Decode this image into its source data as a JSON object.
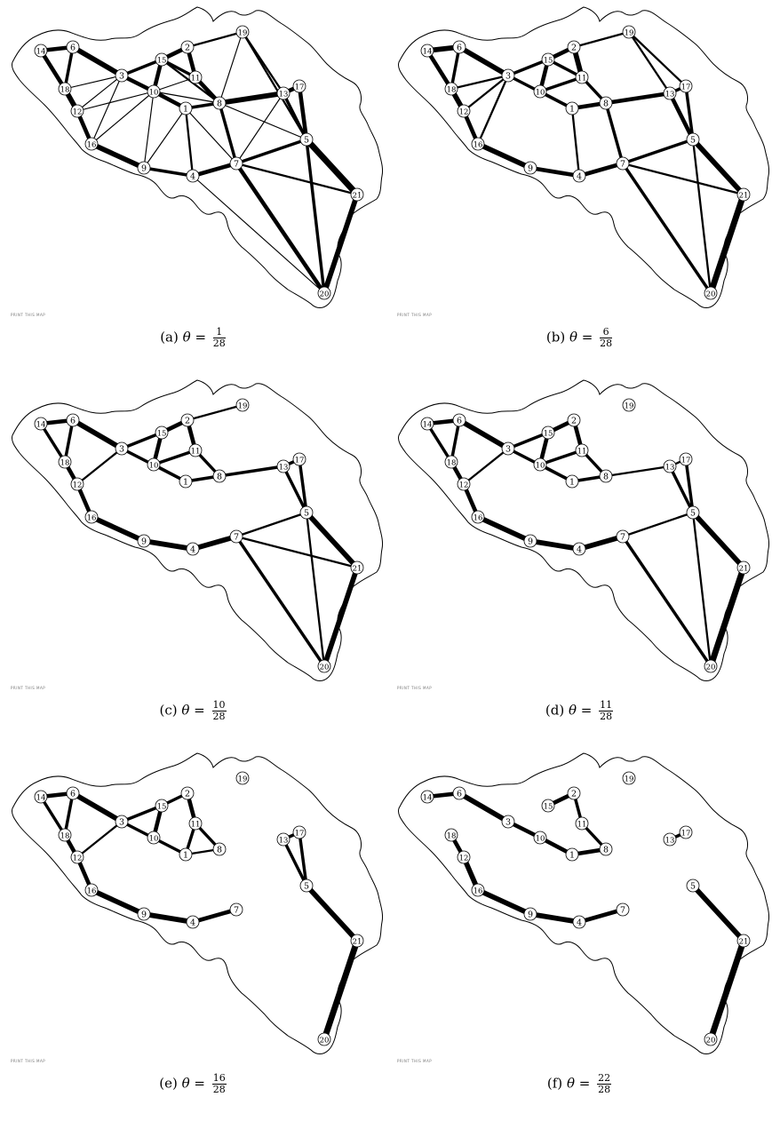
{
  "figure": {
    "nodes": [
      "1",
      "2",
      "3",
      "4",
      "5",
      "6",
      "7",
      "8",
      "9",
      "10",
      "11",
      "12",
      "13",
      "14",
      "15",
      "16",
      "17",
      "18",
      "19",
      "20",
      "21"
    ],
    "map_footer": "PRINT THIS MAP",
    "panels": [
      {
        "label": "(a)",
        "symbol": "θ =",
        "numerator": "1",
        "denominator": "28",
        "edges": [
          [
            "14",
            "6",
            4
          ],
          [
            "14",
            "18",
            4
          ],
          [
            "6",
            "18",
            3
          ],
          [
            "6",
            "3",
            5
          ],
          [
            "18",
            "12",
            5
          ],
          [
            "3",
            "15",
            3
          ],
          [
            "15",
            "2",
            4
          ],
          [
            "2",
            "19",
            2
          ],
          [
            "2",
            "11",
            4
          ],
          [
            "15",
            "11",
            3
          ],
          [
            "15",
            "10",
            4
          ],
          [
            "3",
            "10",
            4
          ],
          [
            "10",
            "1",
            4
          ],
          [
            "11",
            "8",
            4
          ],
          [
            "1",
            "8",
            3
          ],
          [
            "8",
            "13",
            5
          ],
          [
            "13",
            "17",
            4
          ],
          [
            "17",
            "5",
            4
          ],
          [
            "13",
            "5",
            3
          ],
          [
            "19",
            "13",
            2
          ],
          [
            "19",
            "5",
            2
          ],
          [
            "12",
            "16",
            4
          ],
          [
            "16",
            "9",
            5
          ],
          [
            "9",
            "4",
            3
          ],
          [
            "4",
            "7",
            4
          ],
          [
            "7",
            "5",
            3
          ],
          [
            "5",
            "21",
            6
          ],
          [
            "21",
            "20",
            5
          ],
          [
            "7",
            "20",
            4
          ],
          [
            "5",
            "20",
            3
          ],
          [
            "7",
            "21",
            2
          ],
          [
            "3",
            "18",
            1
          ],
          [
            "3",
            "12",
            1
          ],
          [
            "3",
            "16",
            1
          ],
          [
            "10",
            "12",
            1
          ],
          [
            "10",
            "16",
            1
          ],
          [
            "10",
            "9",
            1
          ],
          [
            "10",
            "8",
            1
          ],
          [
            "1",
            "9",
            1
          ],
          [
            "1",
            "4",
            2
          ],
          [
            "1",
            "7",
            1
          ],
          [
            "8",
            "7",
            3
          ],
          [
            "8",
            "5",
            1
          ],
          [
            "13",
            "7",
            1
          ],
          [
            "19",
            "8",
            1
          ],
          [
            "4",
            "20",
            1
          ],
          [
            "15",
            "8",
            2
          ],
          [
            "11",
            "10",
            1
          ]
        ]
      },
      {
        "label": "(b)",
        "symbol": "θ =",
        "numerator": "6",
        "denominator": "28",
        "edges": [
          [
            "14",
            "6",
            5
          ],
          [
            "14",
            "18",
            4
          ],
          [
            "6",
            "18",
            3
          ],
          [
            "6",
            "3",
            5
          ],
          [
            "18",
            "12",
            5
          ],
          [
            "3",
            "18",
            2
          ],
          [
            "3",
            "12",
            2
          ],
          [
            "3",
            "16",
            2
          ],
          [
            "3",
            "15",
            3
          ],
          [
            "3",
            "1",
            3
          ],
          [
            "15",
            "2",
            4
          ],
          [
            "2",
            "11",
            5
          ],
          [
            "15",
            "10",
            4
          ],
          [
            "15",
            "11",
            3
          ],
          [
            "10",
            "11",
            3
          ],
          [
            "10",
            "1",
            3
          ],
          [
            "11",
            "8",
            3
          ],
          [
            "1",
            "8",
            4
          ],
          [
            "1",
            "4",
            2
          ],
          [
            "8",
            "7",
            3
          ],
          [
            "8",
            "13",
            4
          ],
          [
            "2",
            "19",
            2
          ],
          [
            "19",
            "17",
            2
          ],
          [
            "19",
            "13",
            2
          ],
          [
            "13",
            "17",
            3
          ],
          [
            "13",
            "5",
            4
          ],
          [
            "17",
            "5",
            3
          ],
          [
            "12",
            "16",
            4
          ],
          [
            "16",
            "9",
            5
          ],
          [
            "9",
            "4",
            4
          ],
          [
            "4",
            "7",
            4
          ],
          [
            "7",
            "5",
            3
          ],
          [
            "7",
            "21",
            2
          ],
          [
            "7",
            "20",
            3
          ],
          [
            "5",
            "21",
            5
          ],
          [
            "5",
            "20",
            2
          ],
          [
            "21",
            "20",
            6
          ]
        ]
      },
      {
        "label": "(c)",
        "symbol": "θ =",
        "numerator": "10",
        "denominator": "28",
        "edges": [
          [
            "14",
            "6",
            4
          ],
          [
            "14",
            "18",
            3
          ],
          [
            "6",
            "18",
            3
          ],
          [
            "6",
            "3",
            5
          ],
          [
            "18",
            "12",
            4
          ],
          [
            "3",
            "12",
            2
          ],
          [
            "3",
            "15",
            3
          ],
          [
            "3",
            "1",
            3
          ],
          [
            "15",
            "2",
            4
          ],
          [
            "2",
            "11",
            4
          ],
          [
            "15",
            "10",
            4
          ],
          [
            "10",
            "11",
            3
          ],
          [
            "10",
            "1",
            3
          ],
          [
            "11",
            "8",
            3
          ],
          [
            "1",
            "8",
            3
          ],
          [
            "2",
            "19",
            2
          ],
          [
            "8",
            "13",
            3
          ],
          [
            "13",
            "17",
            3
          ],
          [
            "13",
            "5",
            3
          ],
          [
            "17",
            "5",
            3
          ],
          [
            "12",
            "16",
            4
          ],
          [
            "16",
            "9",
            5
          ],
          [
            "9",
            "4",
            5
          ],
          [
            "4",
            "7",
            5
          ],
          [
            "7",
            "5",
            2
          ],
          [
            "7",
            "21",
            2
          ],
          [
            "7",
            "20",
            3
          ],
          [
            "5",
            "21",
            5
          ],
          [
            "5",
            "20",
            2
          ],
          [
            "21",
            "20",
            5
          ]
        ]
      },
      {
        "label": "(d)",
        "symbol": "θ =",
        "numerator": "11",
        "denominator": "28",
        "edges": [
          [
            "14",
            "6",
            4
          ],
          [
            "14",
            "18",
            3
          ],
          [
            "6",
            "18",
            3
          ],
          [
            "6",
            "3",
            5
          ],
          [
            "18",
            "12",
            4
          ],
          [
            "3",
            "12",
            2
          ],
          [
            "3",
            "15",
            3
          ],
          [
            "3",
            "1",
            3
          ],
          [
            "15",
            "2",
            4
          ],
          [
            "2",
            "11",
            4
          ],
          [
            "15",
            "10",
            4
          ],
          [
            "10",
            "11",
            3
          ],
          [
            "10",
            "1",
            3
          ],
          [
            "11",
            "8",
            3
          ],
          [
            "1",
            "8",
            3
          ],
          [
            "8",
            "13",
            2
          ],
          [
            "13",
            "17",
            2
          ],
          [
            "13",
            "5",
            3
          ],
          [
            "17",
            "5",
            3
          ],
          [
            "12",
            "16",
            4
          ],
          [
            "16",
            "9",
            5
          ],
          [
            "9",
            "4",
            5
          ],
          [
            "4",
            "7",
            5
          ],
          [
            "7",
            "5",
            2
          ],
          [
            "7",
            "20",
            3
          ],
          [
            "5",
            "21",
            5
          ],
          [
            "5",
            "20",
            2
          ],
          [
            "21",
            "20",
            6
          ]
        ]
      },
      {
        "label": "(e)",
        "symbol": "θ =",
        "numerator": "16",
        "denominator": "28",
        "edges": [
          [
            "14",
            "6",
            4
          ],
          [
            "14",
            "18",
            3
          ],
          [
            "6",
            "18",
            3
          ],
          [
            "6",
            "3",
            5
          ],
          [
            "18",
            "12",
            4
          ],
          [
            "3",
            "12",
            2
          ],
          [
            "3",
            "15",
            3
          ],
          [
            "3",
            "1",
            3
          ],
          [
            "15",
            "2",
            3
          ],
          [
            "2",
            "11",
            4
          ],
          [
            "15",
            "10",
            4
          ],
          [
            "11",
            "8",
            3
          ],
          [
            "11",
            "1",
            3
          ],
          [
            "1",
            "8",
            2
          ],
          [
            "12",
            "16",
            4
          ],
          [
            "16",
            "9",
            5
          ],
          [
            "9",
            "4",
            5
          ],
          [
            "4",
            "7",
            4
          ],
          [
            "13",
            "17",
            3
          ],
          [
            "13",
            "5",
            3
          ],
          [
            "17",
            "5",
            3
          ],
          [
            "5",
            "21",
            5
          ],
          [
            "21",
            "20",
            6
          ]
        ]
      },
      {
        "label": "(f)",
        "symbol": "θ =",
        "numerator": "22",
        "denominator": "28",
        "edges": [
          [
            "14",
            "6",
            4
          ],
          [
            "6",
            "3",
            5
          ],
          [
            "3",
            "10",
            4
          ],
          [
            "10",
            "1",
            4
          ],
          [
            "1",
            "8",
            4
          ],
          [
            "8",
            "11",
            3
          ],
          [
            "11",
            "2",
            3
          ],
          [
            "2",
            "15",
            4
          ],
          [
            "18",
            "12",
            4
          ],
          [
            "12",
            "16",
            5
          ],
          [
            "16",
            "9",
            5
          ],
          [
            "9",
            "4",
            5
          ],
          [
            "4",
            "7",
            4
          ],
          [
            "13",
            "17",
            3
          ],
          [
            "5",
            "21",
            5
          ],
          [
            "21",
            "20",
            6
          ]
        ]
      }
    ]
  }
}
